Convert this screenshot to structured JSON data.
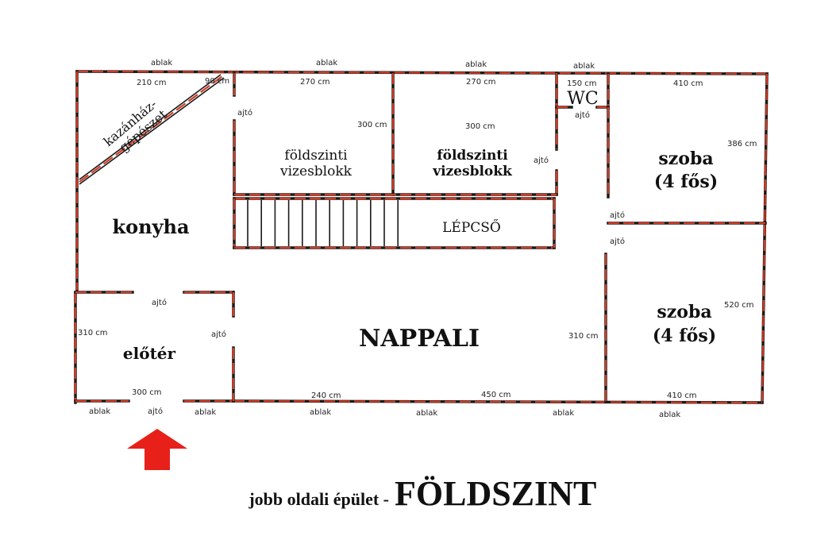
{
  "labels": {
    "window": "ablak",
    "door": "ajtó"
  },
  "rooms": {
    "boiler_line1": "kazánház-",
    "boiler_line2": "gépészet",
    "bath1_line1": "földszinti",
    "bath1_line2": "vizesblokk",
    "bath2_line1": "földszinti",
    "bath2_line2": "vizesblokk",
    "wc": "WC",
    "room1_line1": "szoba",
    "room1_line2": "(4 fős)",
    "kitchen": "konyha",
    "stairs": "LÉPCSŐ",
    "room2_line1": "szoba",
    "room2_line2": "(4 fős)",
    "living": "NAPPALI",
    "hall": "előtér"
  },
  "dimensions": {
    "top_210": "210 cm",
    "top_90": "90 cm",
    "top_270a": "270 cm",
    "top_270b": "270 cm",
    "top_150": "150 cm",
    "top_410": "410 cm",
    "bath1_300": "300 cm",
    "bath2_300": "300 cm",
    "room1_386": "386 cm",
    "room2_520": "520 cm",
    "hall_310": "310 cm",
    "living_310": "310 cm",
    "hall_300": "300 cm",
    "bottom_240": "240 cm",
    "bottom_450": "450 cm",
    "bottom_410": "410 cm"
  },
  "title": {
    "prefix": "jobb oldali épület -",
    "main": "FÖLDSZINT"
  },
  "colors": {
    "wall": "#1a1a1a",
    "wall_accent": "#d23a22",
    "arrow": "#e8201a"
  },
  "icons": {
    "entrance_arrow": "arrow-up-icon"
  }
}
